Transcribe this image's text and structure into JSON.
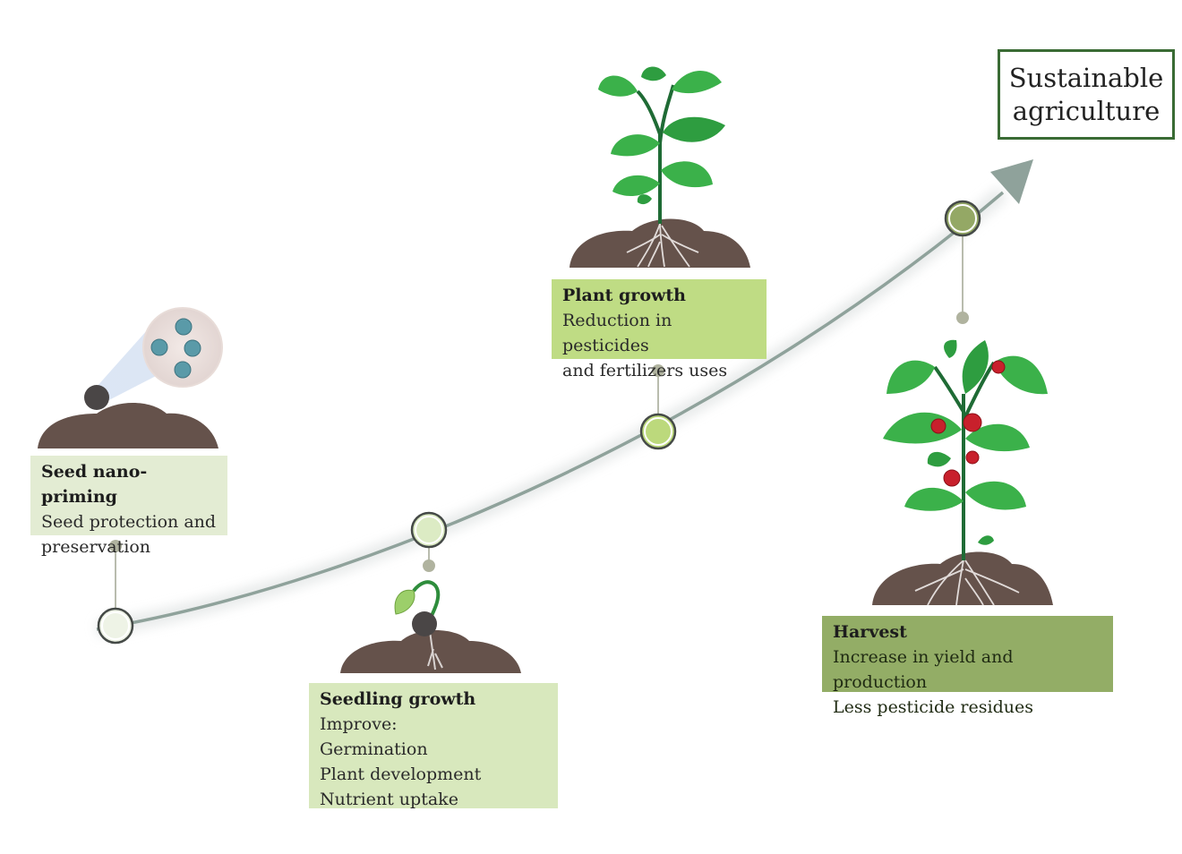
{
  "goal": {
    "lines": [
      "Sustainable",
      "agriculture"
    ]
  },
  "stages": {
    "seed": {
      "title": "Seed nano-priming",
      "lines": [
        "Seed protection and",
        "preservation"
      ]
    },
    "seedling": {
      "title": "Seedling growth",
      "lines": [
        "Improve:",
        "Germination",
        "Plant development",
        "Nutrient uptake"
      ]
    },
    "plant": {
      "title": "Plant growth",
      "lines": [
        "Reduction in pesticides",
        "and fertilizers uses"
      ]
    },
    "harvest": {
      "title": "Harvest",
      "lines": [
        "Increase in yield and production",
        "Less pesticide residues"
      ]
    }
  },
  "colors": {
    "soil": "#65524b",
    "leaf": "#3bb14a",
    "leaf_dark": "#23843a",
    "stem": "#1f6b35",
    "curve": "#8fa29b",
    "tomato": "#c8202c",
    "nanoparticle": "#5a9aa8",
    "seed": "#4a4646"
  }
}
